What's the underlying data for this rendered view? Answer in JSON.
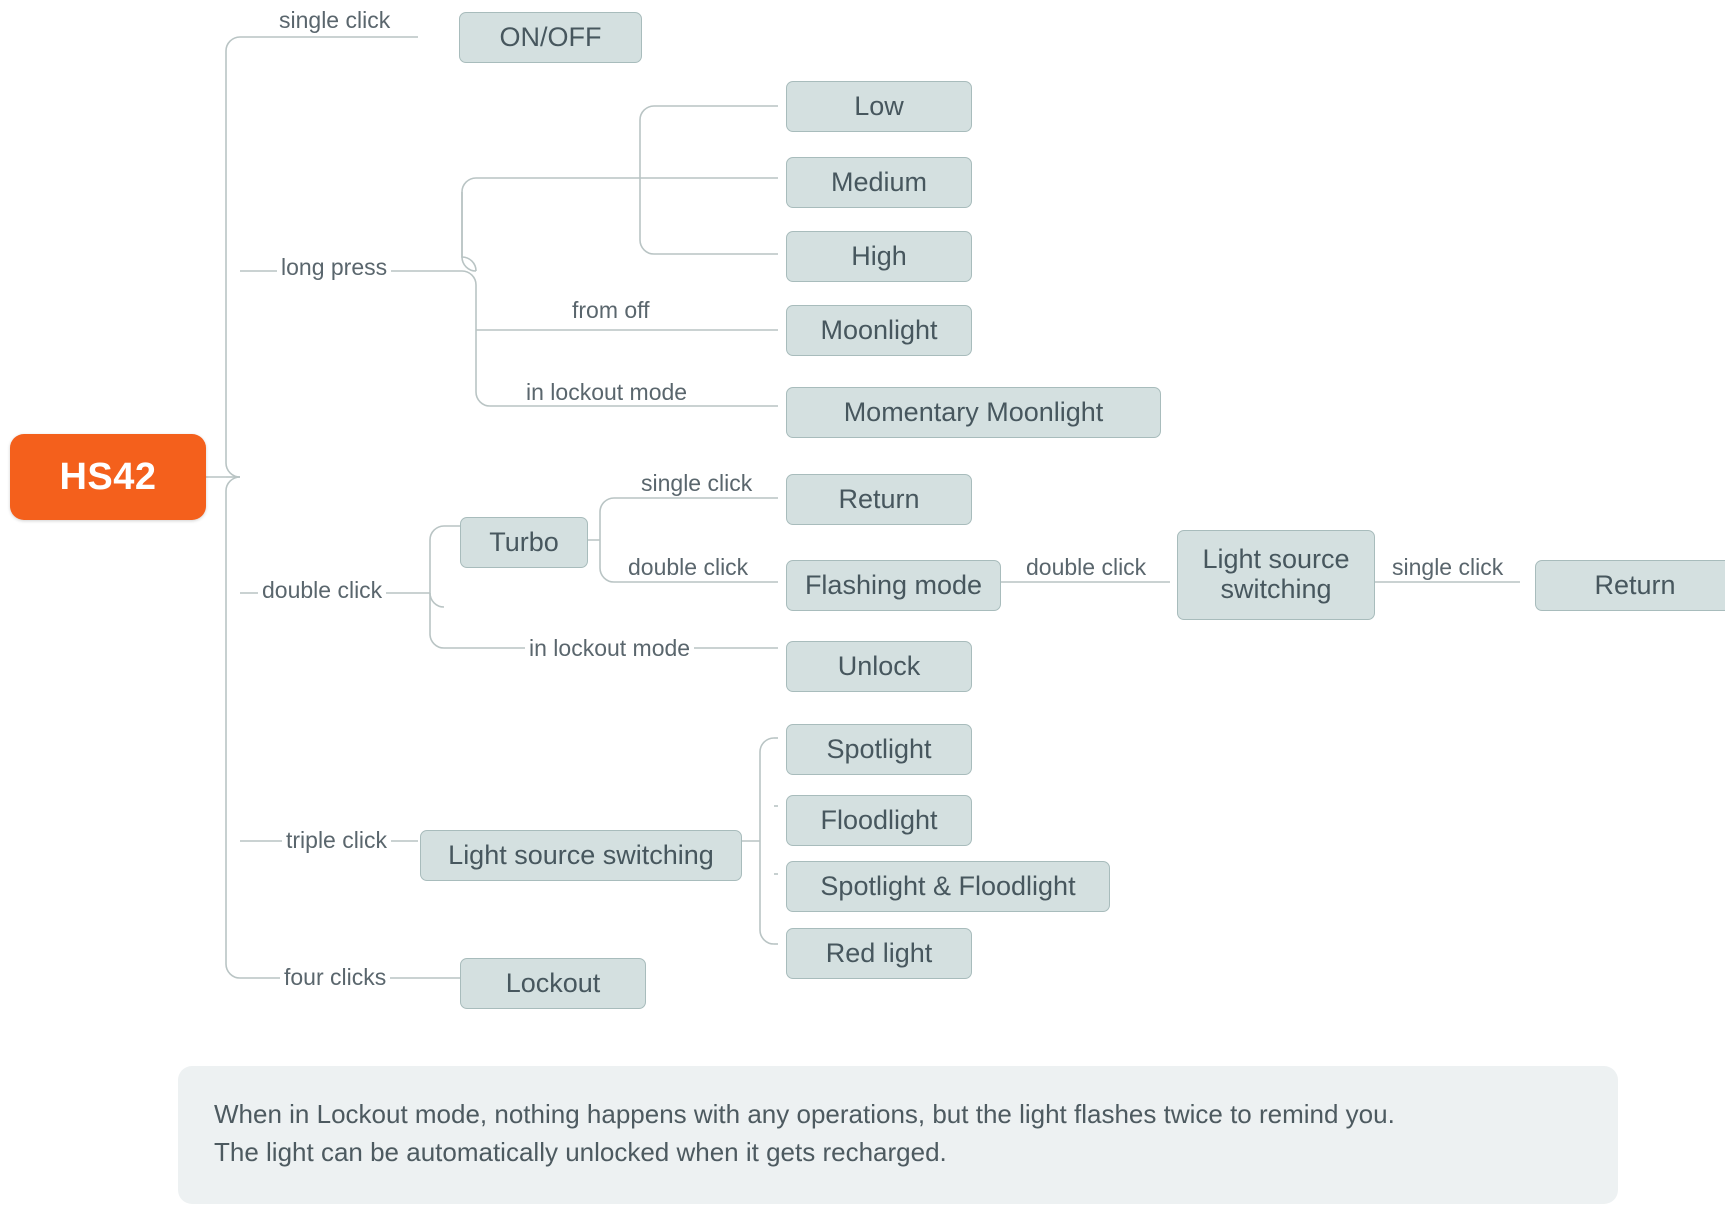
{
  "diagram": {
    "type": "mind-map",
    "root": {
      "label": "HS42",
      "color": "#f4601c"
    },
    "node_color": "#d4e0e0",
    "node_border_color": "#a8bcbc",
    "text_color": "#47575e",
    "branches": [
      {
        "edge_label": "single click",
        "node": "ON/OFF",
        "children": []
      },
      {
        "edge_label": "long press",
        "node": null,
        "children": [
          {
            "edge_label": "",
            "node": "Low"
          },
          {
            "edge_label": "",
            "node": "Medium"
          },
          {
            "edge_label": "",
            "node": "High"
          },
          {
            "edge_label": "from off",
            "node": "Moonlight"
          },
          {
            "edge_label": "in lockout mode",
            "node": "Momentary Moonlight"
          }
        ]
      },
      {
        "edge_label": "double click",
        "node": "Turbo",
        "children": [
          {
            "edge_label": "single click",
            "node": "Return"
          },
          {
            "edge_label": "double click",
            "node": "Flashing mode"
          },
          {
            "edge_label": "in lockout mode",
            "node": "Unlock"
          }
        ]
      },
      {
        "edge_label": "triple click",
        "node": "Light source switching",
        "children": [
          {
            "edge_label": "",
            "node": "Spotlight"
          },
          {
            "edge_label": "",
            "node": "Floodlight"
          },
          {
            "edge_label": "",
            "node": "Spotlight & Floodlight"
          },
          {
            "edge_label": "",
            "node": "Red light"
          }
        ]
      },
      {
        "edge_label": "four clicks",
        "node": "Lockout",
        "children": []
      }
    ]
  },
  "nodes": {
    "root": "HS42",
    "on_off": "ON/OFF",
    "low": "Low",
    "medium": "Medium",
    "high": "High",
    "moonlight": "Moonlight",
    "momentary_moonlight": "Momentary Moonlight",
    "turbo": "Turbo",
    "return_1": "Return",
    "flashing_mode": "Flashing mode",
    "light_source_switching_2": "Light source switching",
    "return_2": "Return",
    "unlock": "Unlock",
    "light_source_switching_1": "Light source switching",
    "spotlight": "Spotlight",
    "floodlight": "Floodlight",
    "spotlight_floodlight": "Spotlight & Floodlight",
    "red_light": "Red light",
    "lockout": "Lockout"
  },
  "edge_labels": {
    "single_click_1": "single click",
    "long_press": "long press",
    "from_off": "from off",
    "in_lockout_mode_1": "in lockout mode",
    "double_click_1": "double click",
    "single_click_2": "single click",
    "double_click_2": "double click",
    "in_lockout_mode_2": "in lockout mode",
    "double_click_3": "double click",
    "single_click_3": "single click",
    "triple_click": "triple click",
    "four_clicks": "four clicks"
  },
  "note": {
    "line1": "When in Lockout mode, nothing happens with any operations, but the light flashes twice to remind you.",
    "line2": "The light can be automatically unlocked when it gets recharged."
  }
}
